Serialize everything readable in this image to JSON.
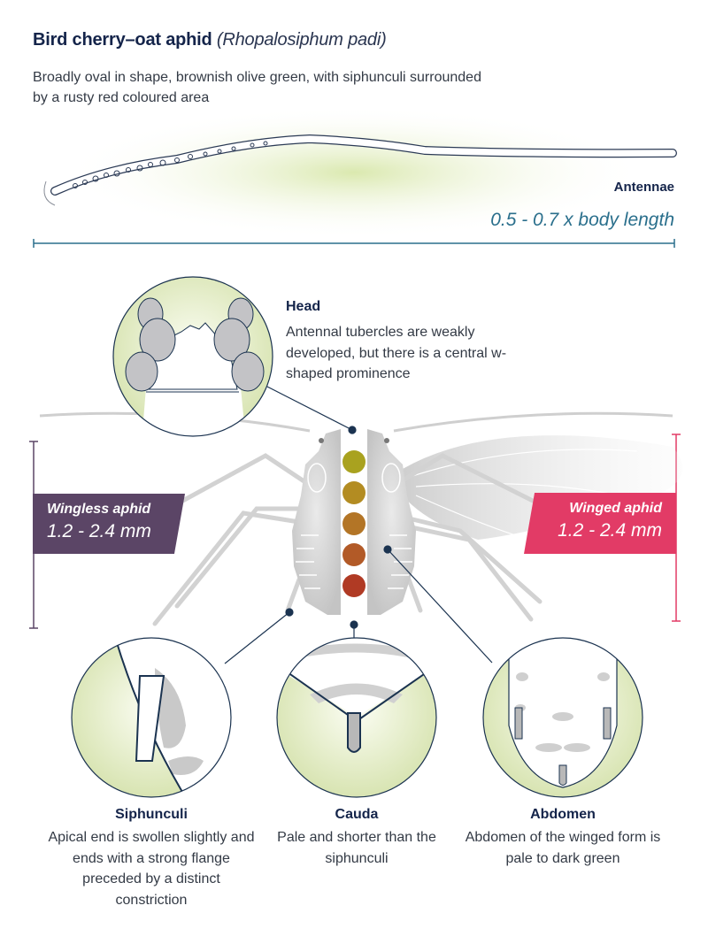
{
  "header": {
    "common_name": "Bird cherry–oat aphid",
    "scientific_name": "(Rhopalosiphum padi)",
    "description": "Broadly oval in shape, brownish olive green, with siphunculi surrounded by a rusty red coloured area"
  },
  "antennae": {
    "label": "Antennae",
    "scale": "0.5 - 0.7 x body length"
  },
  "head": {
    "label": "Head",
    "description": "Antennal tubercles are weakly developed, but there is a central w-shaped prominence"
  },
  "wingless": {
    "label": "Wingless aphid",
    "size": "1.2 - 2.4 mm",
    "color": "#5b4566"
  },
  "winged": {
    "label": "Winged aphid",
    "size": "1.2 - 2.4 mm",
    "color": "#e23b66"
  },
  "colour_range": {
    "swatches": [
      "#a9a21f",
      "#b38c22",
      "#b37526",
      "#b25a27",
      "#b03a24"
    ]
  },
  "details": [
    {
      "label": "Siphunculi",
      "description": "Apical end is swollen slightly and ends with a strong flange preceded by a distinct constriction"
    },
    {
      "label": "Cauda",
      "description": "Pale and shorter than the siphunculi"
    },
    {
      "label": "Abdomen",
      "description": "Abdomen of the winged form is pale to dark green"
    }
  ],
  "palette": {
    "navy": "#14244a",
    "teal": "#2a6f8c",
    "circle_green": "#dfe8bf",
    "leader": "#1b3350"
  }
}
